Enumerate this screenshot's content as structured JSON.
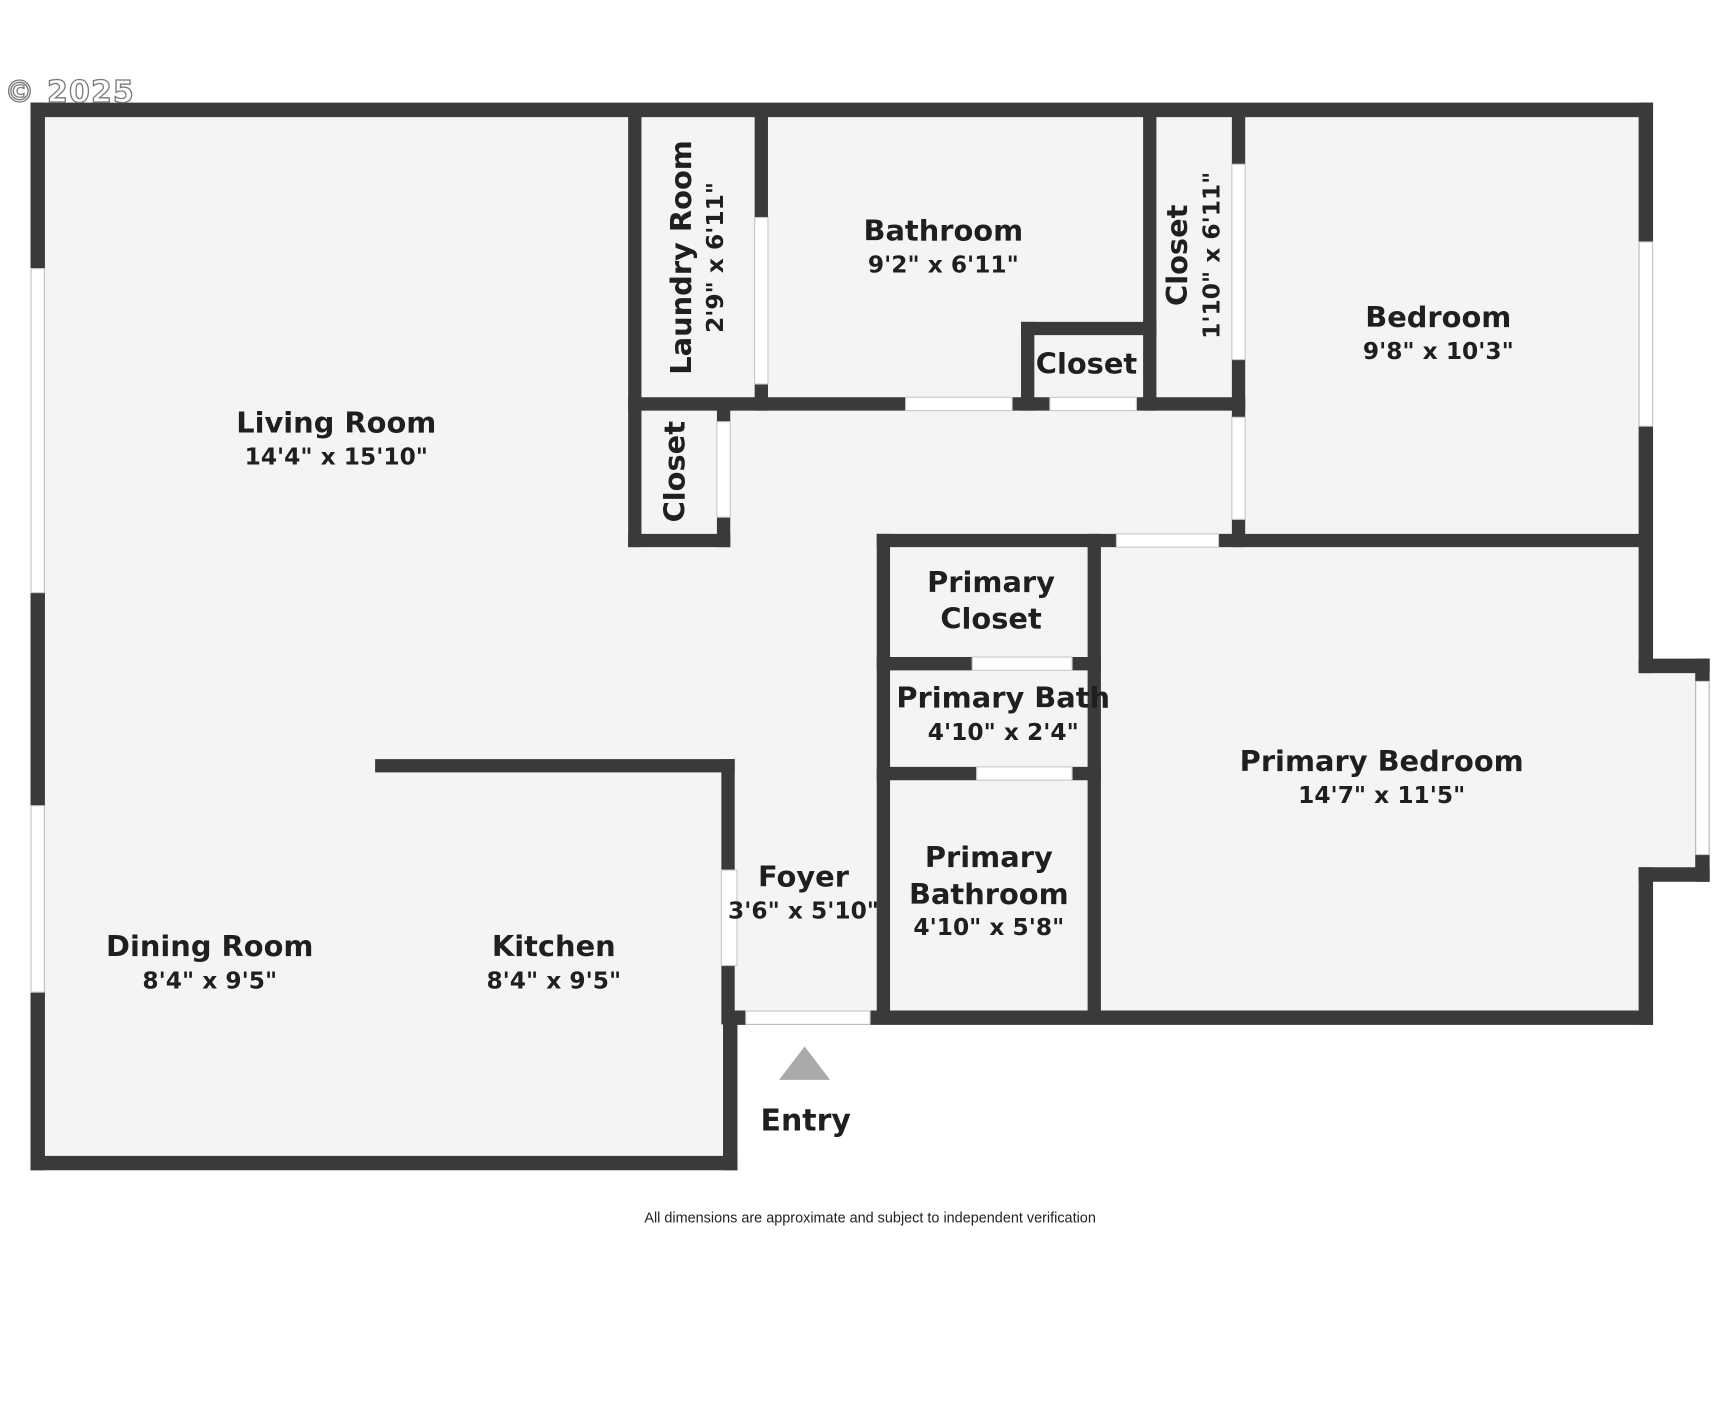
{
  "copyright": "© 2025",
  "rooms": {
    "living_room": {
      "name": "Living Room",
      "dims": "14'4\" x 15'10\""
    },
    "laundry_room": {
      "name": "Laundry Room",
      "dims": "2'9\" x 6'11\""
    },
    "bathroom": {
      "name": "Bathroom",
      "dims": "9'2\" x 6'11\""
    },
    "closet_small": {
      "name": "Closet"
    },
    "closet_tall": {
      "name": "Closet",
      "dims": "1'10\" x 6'11\""
    },
    "closet_hall": {
      "name": "Closet"
    },
    "bedroom": {
      "name": "Bedroom",
      "dims": "9'8\" x 10'3\""
    },
    "primary_closet": {
      "name_line1": "Primary",
      "name_line2": "Closet"
    },
    "primary_bath": {
      "name": "Primary Bath",
      "dims": "4'10\" x 2'4\""
    },
    "primary_bathroom": {
      "name_line1": "Primary",
      "name_line2": "Bathroom",
      "dims": "4'10\" x 5'8\""
    },
    "primary_bedroom": {
      "name": "Primary Bedroom",
      "dims": "14'7\" x 11'5\""
    },
    "foyer": {
      "name": "Foyer",
      "dims": "3'6\" x 5'10\""
    },
    "dining_room": {
      "name": "Dining Room",
      "dims": "8'4\" x 9'5\""
    },
    "kitchen": {
      "name": "Kitchen",
      "dims": "8'4\" x 9'5\""
    }
  },
  "entry_label": "Entry",
  "disclaimer": "All dimensions are approximate and subject to independent verification",
  "colors": {
    "wall": "#3a3a3a",
    "floor": "#f4f4f4",
    "opening": "#ffffff",
    "entry_marker": "#aaaaaa"
  }
}
